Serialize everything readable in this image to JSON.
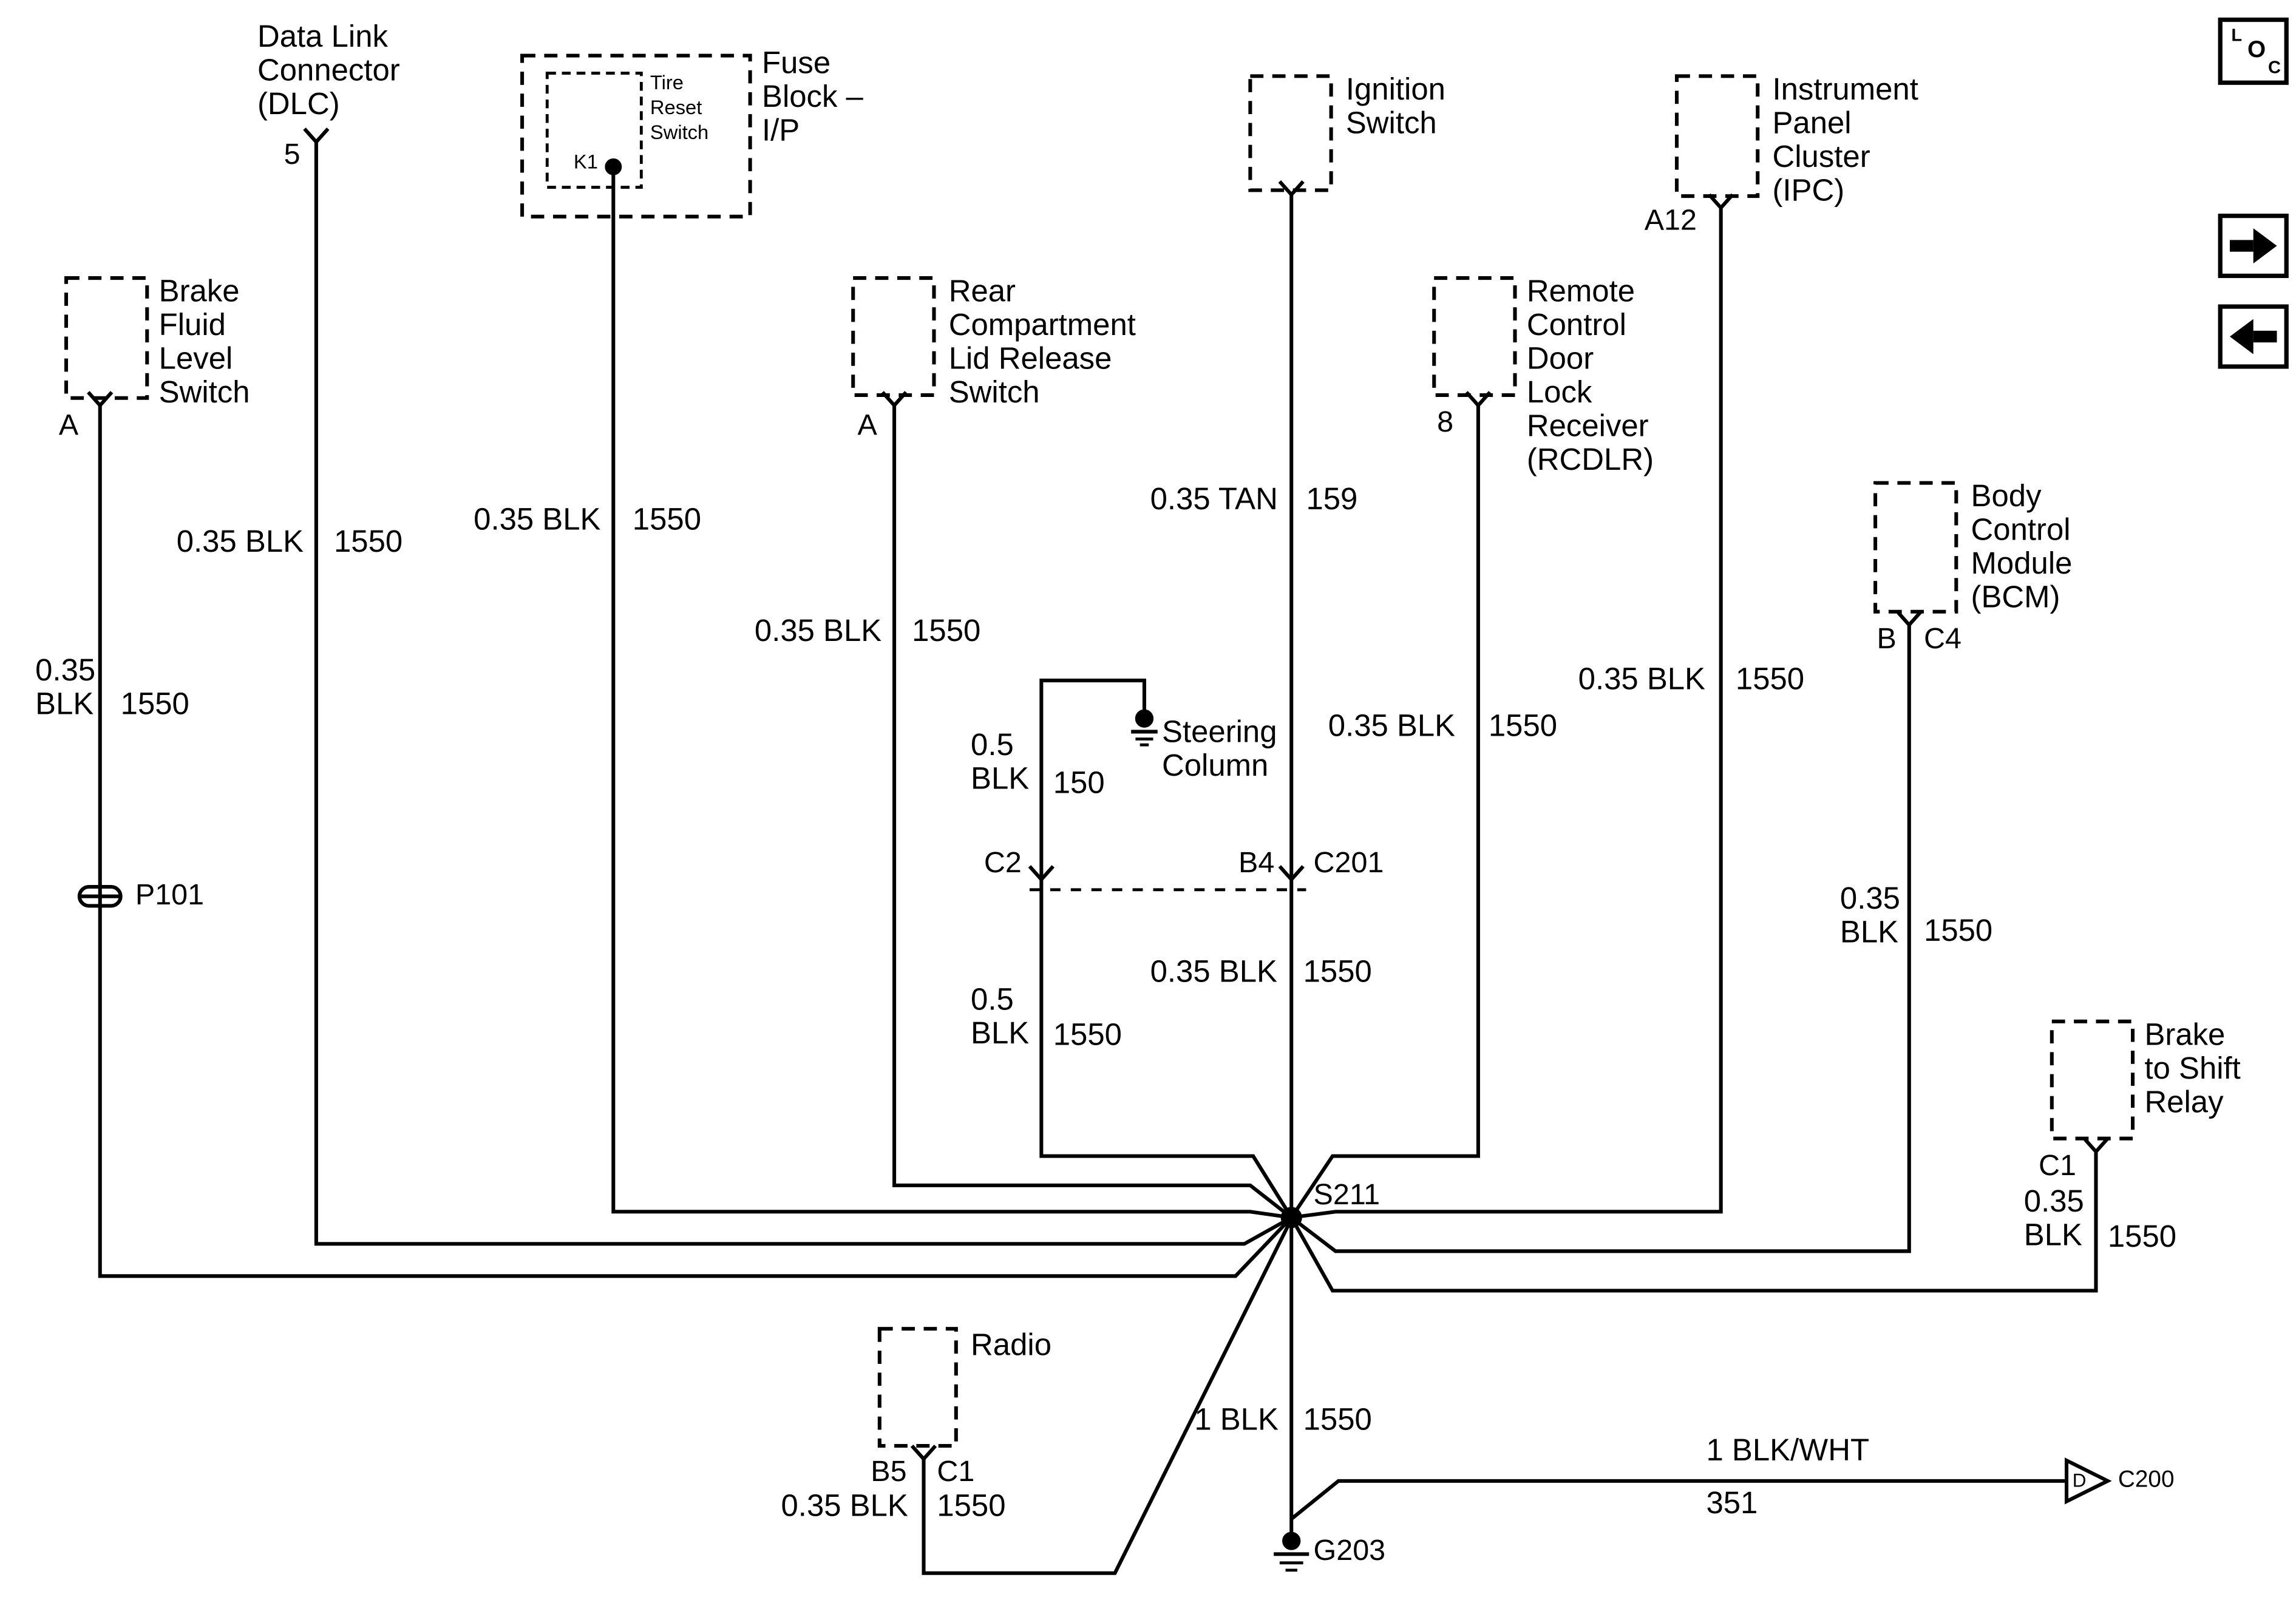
{
  "diagram": {
    "kind": "ground-distribution-wiring-diagram",
    "colors": {
      "line": "#000000",
      "background": "#ffffff"
    }
  },
  "nav": {
    "loc": {
      "l": "L",
      "o": "O",
      "c": "C"
    }
  },
  "components": {
    "dlc": {
      "label": "Data Link\nConnector\n(DLC)",
      "pin": "5"
    },
    "brake_fluid_level_switch": {
      "label": "Brake\nFluid\nLevel\nSwitch",
      "pin": "A"
    },
    "fuse_block": {
      "label": "Fuse\nBlock –\nI/P",
      "inner_label": "Tire\nReset\nSwitch",
      "pin": "K1"
    },
    "rear_compartment_lid_release_switch": {
      "label": "Rear\nCompartment\nLid Release\nSwitch",
      "pin": "A"
    },
    "ignition_switch": {
      "label": "Ignition\nSwitch"
    },
    "rcdlr": {
      "label": "Remote\nControl\nDoor\nLock\nReceiver\n(RCDLR)",
      "pin": "8"
    },
    "ipc": {
      "label": "Instrument\nPanel\nCluster\n(IPC)",
      "pin": "A12"
    },
    "bcm": {
      "label": "Body\nControl\nModule\n(BCM)",
      "pin_left": "B",
      "pin_right": "C4"
    },
    "brake_to_shift_relay": {
      "label": "Brake\nto Shift\nRelay",
      "pin": "C1"
    },
    "radio": {
      "label": "Radio",
      "pin_left": "B5",
      "pin_right": "C1"
    },
    "steering_column": {
      "label": "Steering\nColumn"
    }
  },
  "connectors": {
    "p101": {
      "name": "P101"
    },
    "c201": {
      "name": "C201",
      "pin_left": "C2",
      "pin_right": "B4"
    },
    "s211": {
      "name": "S211"
    },
    "g203": {
      "name": "G203"
    },
    "c200": {
      "name": "C200",
      "pin": "D"
    }
  },
  "wires": {
    "dlc": {
      "size_color": "0.35 BLK",
      "circuit": "1550"
    },
    "fuse_block": {
      "size_color": "0.35 BLK",
      "circuit": "1550"
    },
    "brake_fluid": {
      "size_color": "0.35\nBLK",
      "circuit": "1550"
    },
    "rear_lid": {
      "size_color": "0.35 BLK",
      "circuit": "1550"
    },
    "ignition_upper": {
      "size_color": "0.35 TAN",
      "circuit": "159"
    },
    "ignition_lower": {
      "size_color": "0.35 BLK",
      "circuit": "1550"
    },
    "steering_upper": {
      "size_color": "0.5\nBLK",
      "circuit": "150"
    },
    "steering_lower": {
      "size_color": "0.5\nBLK",
      "circuit": "1550"
    },
    "rcdlr": {
      "size_color": "0.35 BLK",
      "circuit": "1550"
    },
    "ipc": {
      "size_color": "0.35 BLK",
      "circuit": "1550"
    },
    "bcm": {
      "size_color": "0.35\nBLK",
      "circuit": "1550"
    },
    "brake_shift": {
      "size_color": "0.35\nBLK",
      "circuit": "1550"
    },
    "radio": {
      "size_color": "0.35 BLK",
      "circuit": "1550"
    },
    "ground": {
      "size_color": "1 BLK",
      "circuit": "1550"
    },
    "c200_branch": {
      "size_color": "1 BLK/WHT",
      "circuit": "351"
    }
  }
}
